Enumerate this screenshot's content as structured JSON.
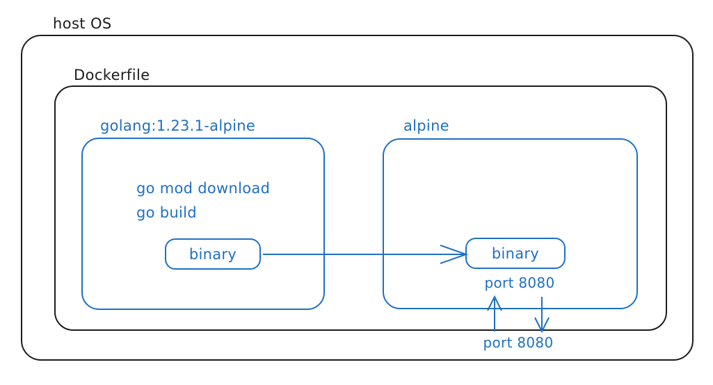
{
  "diagram": {
    "title": "Docker multi-stage build diagram",
    "colors": {
      "outline_black": "#1c1c1c",
      "accent_blue": "#1f6fc4",
      "background": "#ffffff"
    },
    "containers": {
      "host_os": {
        "label": "host OS"
      },
      "dockerfile": {
        "label": "Dockerfile"
      },
      "build_stage": {
        "label": "golang:1.23.1-alpine",
        "commands": [
          "go mod download",
          "go build"
        ],
        "artifact": "binary"
      },
      "runtime_stage": {
        "label": "alpine",
        "artifact": "binary",
        "exposed_port": "port 8080"
      }
    },
    "host_port_label": "port 8080"
  }
}
